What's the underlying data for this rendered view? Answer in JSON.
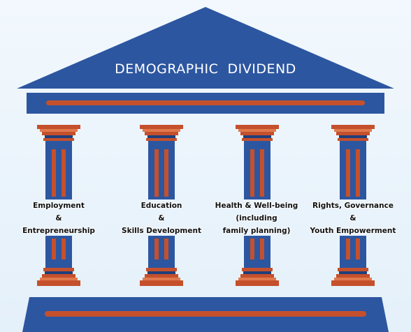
{
  "roof": {
    "title": "DEMOGRAPHIC  DIVIDEND"
  },
  "pillars": [
    {
      "lines": [
        "Employment",
        "&",
        "Entrepreneurship"
      ]
    },
    {
      "lines": [
        "Education",
        "&",
        "Skills Development"
      ]
    },
    {
      "lines": [
        "Health &  Well-being",
        "(including",
        "family planning)"
      ]
    },
    {
      "lines": [
        "Rights, Governance",
        "&",
        "Youth Empowerment"
      ]
    }
  ],
  "colors": {
    "blue": "#2d56a0",
    "blue_dark": "#1f3f7a",
    "orange": "#c5502c",
    "orange_light": "#e07a4e",
    "background": "#eaf3fb"
  }
}
